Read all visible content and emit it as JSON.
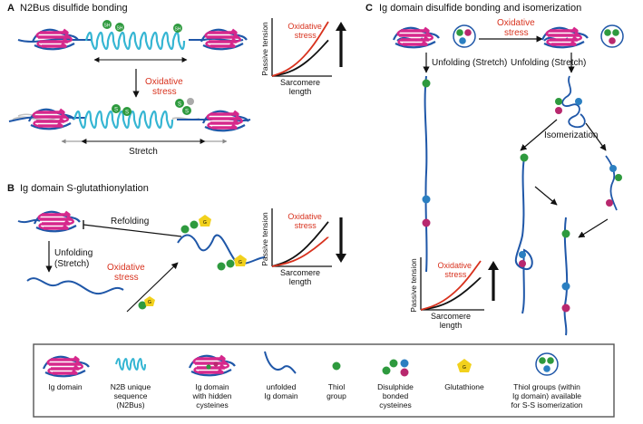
{
  "colors": {
    "ig_magenta": "#d6288c",
    "chain_blue": "#1f57a8",
    "n2bus_cyan": "#36b6d3",
    "thiol_green": "#2e9a3e",
    "thiol_blue": "#2b7fc1",
    "thiol_magenta": "#b8286e",
    "glutathione_yellow": "#f2d11c",
    "oxidative_red": "#d8321e",
    "ghost_gray": "#c4c4c4"
  },
  "panelA": {
    "letter": "A",
    "title": "N2Bus disulfide bonding",
    "oxidative_label": [
      "Oxidative",
      "stress"
    ],
    "stretch_label": "Stretch",
    "thiol_label": "SH",
    "disulfide_label": "S"
  },
  "panelB": {
    "letter": "B",
    "title": "Ig domain S-glutathionylation",
    "refolding_label": "Refolding",
    "unfolding_label": [
      "Unfolding",
      "(Stretch)"
    ],
    "oxidative_label": [
      "Oxidative",
      "stress"
    ],
    "glutathione_label": "G"
  },
  "panelC": {
    "letter": "C",
    "title": "Ig domain disulfide bonding and isomerization",
    "oxidative_label": [
      "Oxidative",
      "stress"
    ],
    "unfolding_label": "Unfolding (Stretch)",
    "isomerization_label": "Isomerization"
  },
  "charts": {
    "ylabel": "Passive tension",
    "xlabel": [
      "Sarcomere",
      "length"
    ],
    "curve_label": [
      "Oxidative",
      "stress"
    ]
  },
  "chart_data": [
    {
      "type": "line",
      "title": "",
      "xlabel": "Sarcomere length",
      "ylabel": "Passive tension",
      "x": [
        0,
        0.25,
        0.5,
        0.75,
        1.0
      ],
      "series": [
        {
          "name": "",
          "color": "#111111",
          "values": [
            0,
            0.05,
            0.17,
            0.38,
            0.66
          ]
        },
        {
          "name": "Oxidative stress",
          "color": "#d8321e",
          "values": [
            0,
            0.09,
            0.28,
            0.58,
            1.0
          ]
        }
      ],
      "arrow": "up",
      "xlim": [
        0,
        1
      ],
      "ylim": [
        0,
        1
      ]
    },
    {
      "type": "line",
      "title": "",
      "xlabel": "Sarcomere length",
      "ylabel": "Passive tension",
      "x": [
        0,
        0.25,
        0.5,
        0.75,
        1.0
      ],
      "series": [
        {
          "name": "",
          "color": "#111111",
          "values": [
            0,
            0.08,
            0.24,
            0.5,
            0.82
          ]
        },
        {
          "name": "Oxidative stress",
          "color": "#d8321e",
          "values": [
            0,
            0.05,
            0.15,
            0.32,
            0.54
          ]
        }
      ],
      "arrow": "down",
      "xlim": [
        0,
        1
      ],
      "ylim": [
        0,
        1
      ]
    },
    {
      "type": "line",
      "title": "",
      "xlabel": "Sarcomere length",
      "ylabel": "Passive tension",
      "x": [
        0,
        0.25,
        0.5,
        0.75,
        1.0
      ],
      "series": [
        {
          "name": "",
          "color": "#111111",
          "values": [
            0,
            0.05,
            0.17,
            0.38,
            0.66
          ]
        },
        {
          "name": "Oxidative stress",
          "color": "#d8321e",
          "values": [
            0,
            0.09,
            0.28,
            0.58,
            1.0
          ]
        }
      ],
      "arrow": "up",
      "xlim": [
        0,
        1
      ],
      "ylim": [
        0,
        1
      ]
    }
  ],
  "legend": {
    "items": [
      {
        "label": [
          "Ig domain"
        ]
      },
      {
        "label": [
          "N2B unique",
          "sequence",
          "(N2Bus)"
        ]
      },
      {
        "label": [
          "Ig domain",
          "with hidden",
          "cysteines"
        ]
      },
      {
        "label": [
          "unfolded",
          "Ig domain"
        ]
      },
      {
        "label": [
          "Thiol",
          "group"
        ]
      },
      {
        "label": [
          "Disulphide",
          "bonded",
          "cysteines"
        ]
      },
      {
        "label": [
          "Glutathione"
        ]
      },
      {
        "label": [
          "Thiol groups (within",
          "Ig domain) available",
          "for S-S isomerization"
        ]
      }
    ]
  }
}
